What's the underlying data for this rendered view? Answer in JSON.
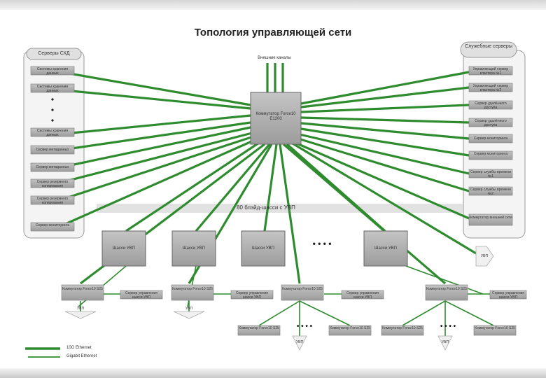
{
  "title": "Топология управляющей сети",
  "left_group": {
    "header": "Серверы СХД",
    "items": [
      "Системы хранения данных",
      "Системы хранения данных",
      "Системы хранения данных",
      "Сервер метаданных",
      "Сервер метаданных",
      "Сервер резервного копирования",
      "Сервер резервного копирования",
      "Сервер мониторинга"
    ]
  },
  "right_group": {
    "header": "Служебные серверы",
    "items": [
      "Управляющий сервер кластера №1",
      "Управляющий сервер кластера №2",
      "Сервер удалённого доступа",
      "Сервер удалённого доступа",
      "Сервер мониторинга",
      "Сервер мониторинга",
      "Сервер службы времени №1",
      "Сервер службы времени №2",
      "Коммутатор внешней сети"
    ]
  },
  "center_switch": "Коммутатор Force10 E1200",
  "external_label": "Внешние каналы",
  "blade_bar": "80 блэйд-шасси с УВП",
  "chassis": [
    "Шасси УВП",
    "Шасси УВП",
    "Шасси УВП",
    "Шасси УВП"
  ],
  "ellipsis": "• • • •",
  "level2_switches": [
    "Коммутатор Force10 S25",
    "Коммутатор Force10 S25",
    "Коммутатор Force10 S25",
    "Коммутатор Force10 S25"
  ],
  "level2_servers": [
    "Сервер управления шасси УВП",
    "Сервер управления шасси УВП",
    "Сервер управления шасси УВП",
    "Сервер управления шасси УВП"
  ],
  "bottom_switches": [
    "Коммутатор Force10 S25",
    "Коммутатор Force10 S25",
    "Коммутатор Force10 S25",
    "Коммутатор Force10 S25"
  ],
  "arrow_labels": [
    "УВП",
    "УВП",
    "УВП",
    "УВП",
    "УВП"
  ],
  "legend": {
    "thick": "10G Ethernet",
    "thin": "Gigabit Ethernet"
  },
  "colors": {
    "link": "#2e8b2e",
    "box": "#a9a9a9",
    "group": "#e6e6e6"
  }
}
